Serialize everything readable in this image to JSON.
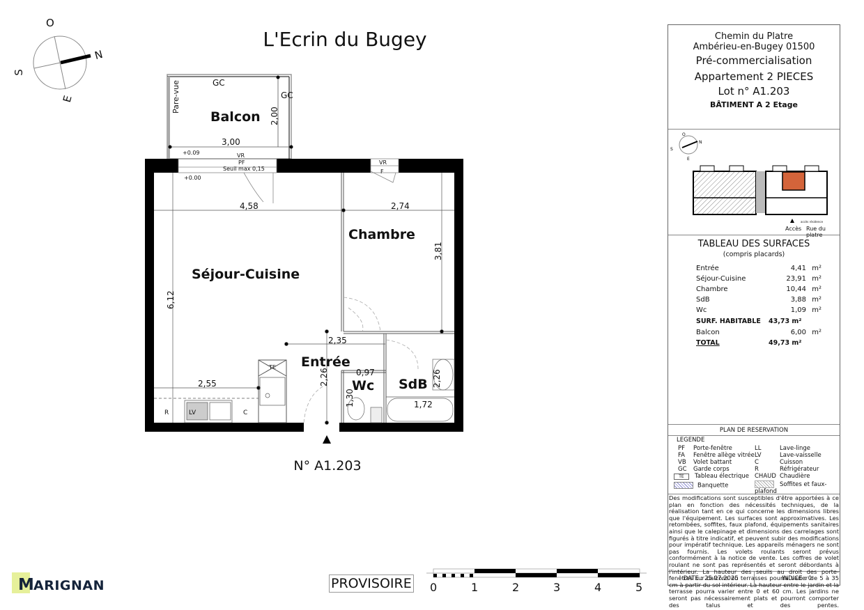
{
  "header": {
    "project_name": "L'Ecrin du Bugey",
    "lot_label": "N° A1.203"
  },
  "compass": {
    "labels": {
      "north": "N",
      "south": "S",
      "east": "E",
      "west": "O"
    }
  },
  "plan": {
    "rooms": {
      "balcon": "Balcon",
      "chambre": "Chambre",
      "sejour": "Séjour-Cuisine",
      "entree": "Entrée",
      "wc": "Wc",
      "sdb": "SdB"
    },
    "dimensions": {
      "balcon_width": "3,00",
      "balcon_depth": "2,00",
      "sejour_width": "4,58",
      "sejour_depth": "6,12",
      "chambre_width": "2,74",
      "chambre_depth": "3,81",
      "kitchen_width": "2,55",
      "entree_width": "2,35",
      "entree_depth": "2,26",
      "wc_width": "0,97",
      "wc_depth": "1,30",
      "sdb_depth": "2,26",
      "bath_width": "1,72"
    },
    "annotations": {
      "gc_top": "GC",
      "gc_side": "GC",
      "pare_vue": "Pare-vue",
      "level_balcony": "+0.09",
      "level_interior": "+0.00",
      "vr_1": "VR",
      "pf": "PF",
      "seuil": "Seuil max 0,15",
      "vr_2": "VR",
      "f": "F",
      "fridge": "R",
      "dishwasher": "LV",
      "cooker": "C",
      "electric_panel": "TE",
      "boiler": "Chaud ière"
    }
  },
  "cartouche": {
    "address_line1": "Chemin du Platre",
    "address_line2": "Ambérieu-en-Bugey 01500",
    "status": "Pré-commercialisation",
    "apartment_type": "Appartement 2 PIECES",
    "lot": "Lot n° A1.203",
    "building": "BÂTIMENT A  2 Etage",
    "map": {
      "access_label": "Accès",
      "street_label": "Rue du platre",
      "small_label": "accès résidence",
      "highlight_color": "#d4643a"
    },
    "surfaces": {
      "title": "TABLEAU DES SURFACES",
      "subtitle": "(compris placards)",
      "rows": [
        {
          "label": "Entrée",
          "value": "4,41",
          "unit": "m²"
        },
        {
          "label": "Séjour-Cuisine",
          "value": "23,91",
          "unit": "m²"
        },
        {
          "label": "Chambre",
          "value": "10,44",
          "unit": "m²"
        },
        {
          "label": "SdB",
          "value": "3,88",
          "unit": "m²"
        },
        {
          "label": "Wc",
          "value": "1,09",
          "unit": "m²"
        }
      ],
      "habitable_label": "SURF. HABITABLE",
      "habitable_value": "43,73 m²",
      "balcon_label": "Balcon",
      "balcon_value": "6,00",
      "balcon_unit": "m²",
      "total_label": "TOTAL",
      "total_value": "49,73 m²"
    },
    "legend": {
      "title": "PLAN DE RESERVATION",
      "subtitle": "LEGENDE",
      "left": [
        {
          "code": "PF",
          "label": "Porte-fenêtre"
        },
        {
          "code": "FA",
          "label": "Fenêtre allège vitrée"
        },
        {
          "code": "VB",
          "label": "Volet battant"
        },
        {
          "code": "GC",
          "label": "Garde corps"
        },
        {
          "code": "TE",
          "label": "Tableau électrique"
        },
        {
          "code": "",
          "label": "Banquette"
        }
      ],
      "right": [
        {
          "code": "LL",
          "label": "Lave-linge"
        },
        {
          "code": "LV",
          "label": "Lave-vaisselle"
        },
        {
          "code": "C",
          "label": "Cuisson"
        },
        {
          "code": "R",
          "label": "Réfrigérateur"
        },
        {
          "code": "CHAUD",
          "label": "Chaudière"
        },
        {
          "code": "",
          "label": "Soffites et faux-plafond"
        }
      ]
    },
    "note": "Des modifications sont susceptibles d'être apportées à ce plan en fonction des nécessités techniques, de la réalisation tant en ce qui concerne les dimensions libres que l'équipement. Les surfaces sont approximatives. Les retombées, soffites, faux plafond, équipements sanitaires ainsi que le calepinage et dimensions des carrelages sont figurés à titre indicatif, et peuvent subir des modifications pour impératif technique. Les appareils ménagers ne sont pas fournis. Les volets roulants seront prévus conformément à la notice de vente. Les coffres de volet roulant ne sont pas représentés et seront débordants à l'intérieur. La hauteur des seuils au droit des porte-fenêtres sur balcons ou terrasses pourra varier de 5 à 35 cm à partir du sol intérieur. La hauteur entre le jardin et la terrasse pourra varier entre 0 et 60 cm. Les jardins ne seront pas nécessairement plats et pourront comporter des talus et des pentes.",
    "date": "DATE : 25.07.2025",
    "indice": "INDICE : 0"
  },
  "footer": {
    "brand": "MARIGNAN",
    "brand_mark": "M",
    "brand_rest": "ARIGNAN",
    "brand_accent_color": "#e6f09a",
    "brand_color": "#14233a",
    "stamp": "PROVISOIRE",
    "scale_ticks": [
      "0",
      "1",
      "2",
      "3",
      "4",
      "5"
    ]
  }
}
